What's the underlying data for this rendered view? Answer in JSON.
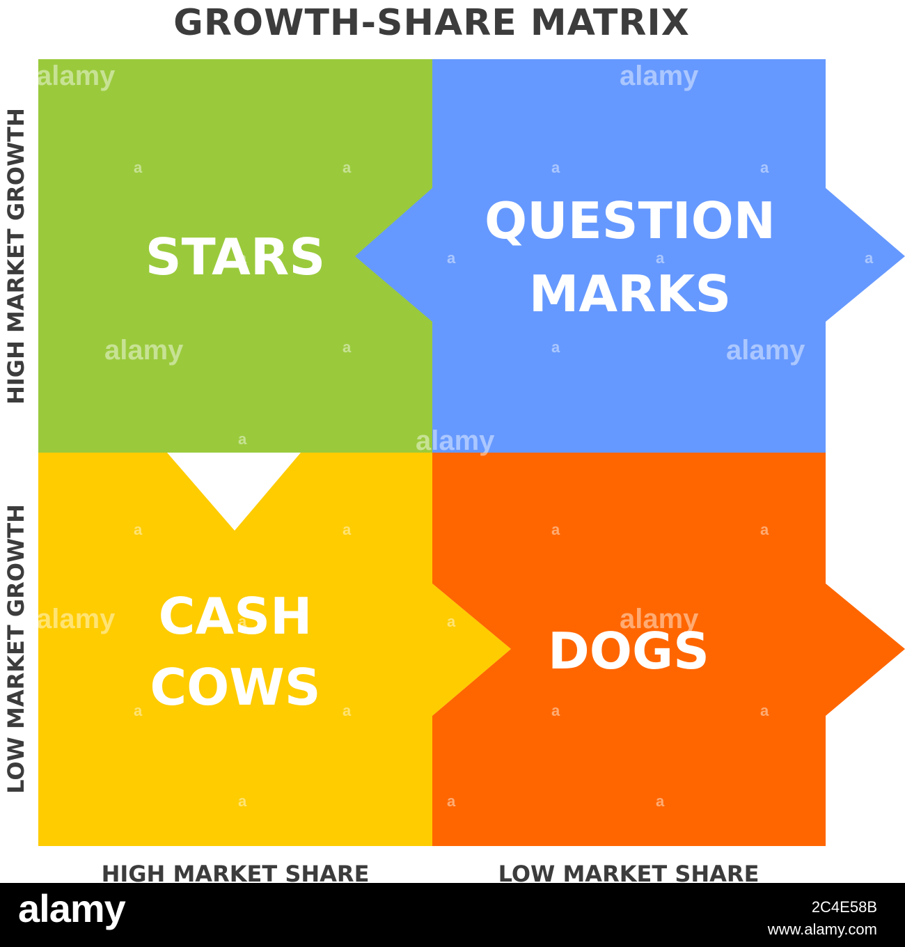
{
  "title": "GROWTH-SHARE MATRIX",
  "quadrants": {
    "stars": {
      "line1": "STARS",
      "color": "#9ACA3C"
    },
    "question_marks": {
      "line1": "QUESTION",
      "line2": "MARKS",
      "color": "#6699FF"
    },
    "cash_cows": {
      "line1": "CASH",
      "line2": "COWS",
      "color": "#FFCC00"
    },
    "dogs": {
      "line1": "DOGS",
      "color": "#FF6600"
    }
  },
  "axes": {
    "y_top": "HIGH MARKET GROWTH",
    "y_bottom": "LOW MARKET GROWTH",
    "x_left": "HIGH MARKET SHARE",
    "x_right": "LOW MARKET SHARE"
  },
  "watermark": {
    "text": "alamy",
    "letter": "a"
  },
  "footer": {
    "logo": "alamy",
    "image_id": "2C4E58B",
    "url": "www.alamy.com"
  }
}
